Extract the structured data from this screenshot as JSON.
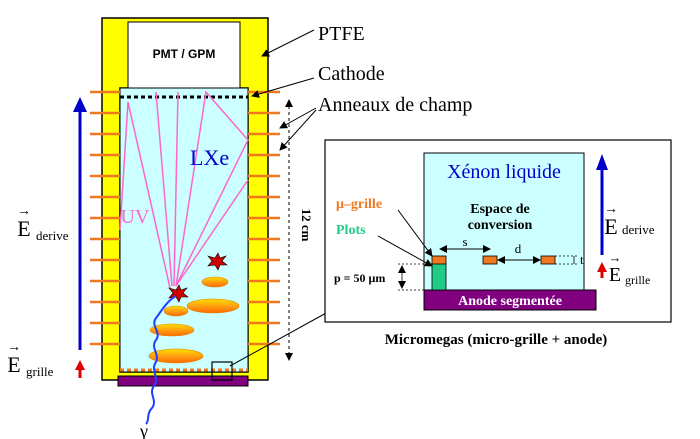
{
  "detector": {
    "pmt_label": "PMT / GPM",
    "medium_label": "LXe",
    "uv_label": "UV",
    "gamma_symbol": "γ",
    "height_label": "12 cm",
    "callouts": {
      "ptfe": "PTFE",
      "cathode": "Cathode",
      "field_rings": "Anneaux de champ"
    },
    "fields": {
      "E_symbol": "E",
      "arrow_symbol": "→",
      "drift_subscript": "derive",
      "grid_subscript": "grille"
    }
  },
  "inset": {
    "medium_label": "Xénon liquide",
    "conversion_label_line1": "Espace de",
    "conversion_label_line2": "conversion",
    "micro_grid_label": "μ–grille",
    "pads_label": "Plots",
    "pitch_label": "s",
    "gap_label": "d",
    "thickness_label": "t",
    "gap_height_label": "p = 50 μm",
    "anode_label": "Anode segmentée",
    "caption": "Micromegas (micro-grille + anode)"
  },
  "colors": {
    "ptfe": "#ffff00",
    "liquid": "#ccffff",
    "field_ring": "#f07820",
    "anode": "#800080",
    "drift_arrow": "#0000cc",
    "grid_arrow": "#dd0000",
    "uv_lines": "#ff66cc",
    "track": "#1f3fff",
    "pad": "#f07820",
    "plot_green": "#22cc88"
  }
}
